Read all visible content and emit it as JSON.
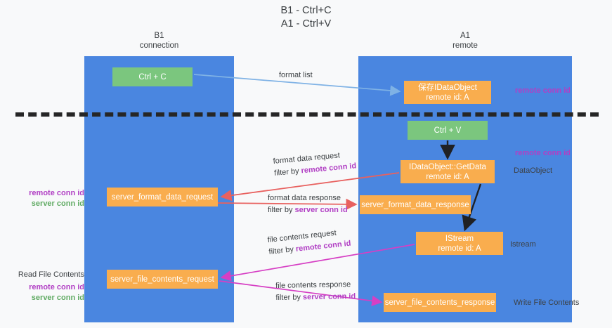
{
  "title": {
    "line1": "B1 - Ctrl+C",
    "line2": "A1 - Ctrl+V"
  },
  "lanes": [
    {
      "id": "b1",
      "name": "B1",
      "role": "connection"
    },
    {
      "id": "a1",
      "name": "A1",
      "role": "remote"
    }
  ],
  "colors": {
    "lane_blue": "#4a86e0",
    "node_green": "#7bc67e",
    "node_orange": "#f9ad4e",
    "accent_purple": "#b13fc4",
    "accent_green": "#5faa62",
    "arrow_lightblue": "#7fb2e5",
    "arrow_red": "#e8615f",
    "arrow_magenta": "#d63fc4",
    "arrow_black": "#202124",
    "divider_black": "#262626",
    "page_background": "#f8f9fa",
    "text_dark": "#3c4043"
  },
  "nodes": {
    "ctrl_c": {
      "label": "Ctrl + C",
      "color": "green",
      "lane": "b1"
    },
    "save_idataobject": {
      "label": "保存IDataObject",
      "sub": "remote id: A",
      "color": "orange",
      "lane": "a1"
    },
    "ctrl_v": {
      "label": "Ctrl + V",
      "color": "green",
      "lane": "a1"
    },
    "getdata": {
      "label": "IDataObject::GetData",
      "sub": "remote id: A",
      "color": "orange",
      "lane": "a1"
    },
    "server_format_data_request": {
      "label": "server_format_data_request",
      "color": "orange",
      "lane": "b1"
    },
    "server_format_data_response": {
      "label": "server_format_data_response",
      "color": "orange",
      "lane": "a1"
    },
    "istream": {
      "label": "IStream",
      "sub": "remote id: A",
      "color": "orange",
      "lane": "a1"
    },
    "server_file_contents_request": {
      "label": "server_file_contents_request",
      "color": "orange",
      "lane": "b1"
    },
    "server_file_contents_response": {
      "label": "server_file_contents_response",
      "color": "orange",
      "lane": "a1"
    }
  },
  "edge_labels": {
    "format_list": "format list",
    "format_data_request": "format data request",
    "format_data_response": "format data response",
    "file_contents_request": "file contents request",
    "file_contents_response": "file contents response",
    "filter_by": "filter by ",
    "remote_conn_id": "remote conn id",
    "server_conn_id": "server conn id"
  },
  "right_annotations": {
    "remote_conn_id_top": "remote conn id",
    "remote_conn_id_mid": "remote conn id",
    "dataobject": "DataObject",
    "istream": "Istream",
    "write_file_contents": "Write File Contents"
  },
  "left_annotations": {
    "remote_conn_id_mid": "remote conn id",
    "server_conn_id_mid": "server conn id",
    "read_file_contents": "Read File Contents",
    "remote_conn_id_bottom": "remote conn id",
    "server_conn_id_bottom": "server conn id"
  }
}
